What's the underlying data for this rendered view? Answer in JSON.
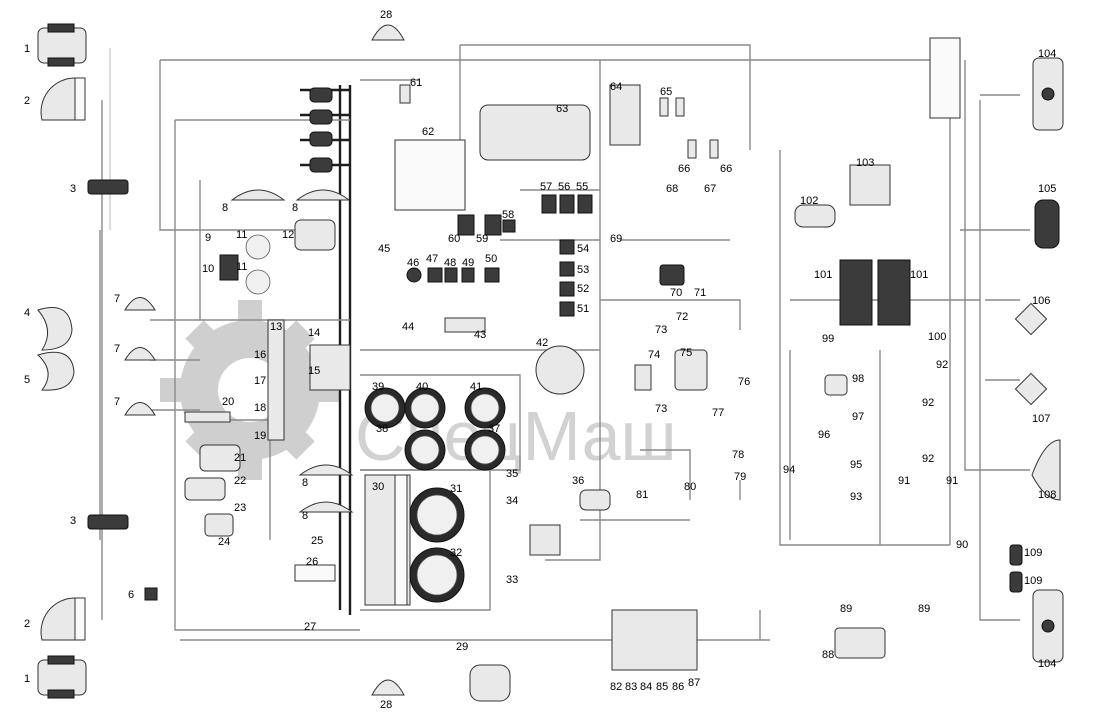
{
  "watermark": {
    "text": "СпецМаш",
    "color": "#9c9c9c"
  },
  "callouts": [
    {
      "id": "c1a",
      "text": "1"
    },
    {
      "id": "c2a",
      "text": "2"
    },
    {
      "id": "c3a",
      "text": "3"
    },
    {
      "id": "c4",
      "text": "4"
    },
    {
      "id": "c5",
      "text": "5"
    },
    {
      "id": "c6",
      "text": "6"
    },
    {
      "id": "c7a",
      "text": "7"
    },
    {
      "id": "c7b",
      "text": "7"
    },
    {
      "id": "c7c",
      "text": "7"
    },
    {
      "id": "c8a",
      "text": "8"
    },
    {
      "id": "c8b",
      "text": "8"
    },
    {
      "id": "c8c",
      "text": "8"
    },
    {
      "id": "c8d",
      "text": "8"
    },
    {
      "id": "c9",
      "text": "9"
    },
    {
      "id": "c10",
      "text": "10"
    },
    {
      "id": "c11a",
      "text": "11"
    },
    {
      "id": "c11b",
      "text": "11"
    },
    {
      "id": "c12",
      "text": "12"
    },
    {
      "id": "c13",
      "text": "13"
    },
    {
      "id": "c14",
      "text": "14"
    },
    {
      "id": "c15",
      "text": "15"
    },
    {
      "id": "c16",
      "text": "16"
    },
    {
      "id": "c17",
      "text": "17"
    },
    {
      "id": "c18",
      "text": "18"
    },
    {
      "id": "c19",
      "text": "19"
    },
    {
      "id": "c20",
      "text": "20"
    },
    {
      "id": "c21",
      "text": "21"
    },
    {
      "id": "c22",
      "text": "22"
    },
    {
      "id": "c23",
      "text": "23"
    },
    {
      "id": "c24",
      "text": "24"
    },
    {
      "id": "c25",
      "text": "25"
    },
    {
      "id": "c26",
      "text": "26"
    },
    {
      "id": "c27",
      "text": "27"
    },
    {
      "id": "c28a",
      "text": "28"
    },
    {
      "id": "c28b",
      "text": "28"
    },
    {
      "id": "c29",
      "text": "29"
    },
    {
      "id": "c30",
      "text": "30"
    },
    {
      "id": "c31",
      "text": "31"
    },
    {
      "id": "c32",
      "text": "32"
    },
    {
      "id": "c33",
      "text": "33"
    },
    {
      "id": "c34",
      "text": "34"
    },
    {
      "id": "c35",
      "text": "35"
    },
    {
      "id": "c36",
      "text": "36"
    },
    {
      "id": "c37",
      "text": "37"
    },
    {
      "id": "c38",
      "text": "38"
    },
    {
      "id": "c39",
      "text": "39"
    },
    {
      "id": "c40",
      "text": "40"
    },
    {
      "id": "c41",
      "text": "41"
    },
    {
      "id": "c42",
      "text": "42"
    },
    {
      "id": "c43",
      "text": "43"
    },
    {
      "id": "c44",
      "text": "44"
    },
    {
      "id": "c45",
      "text": "45"
    },
    {
      "id": "c46",
      "text": "46"
    },
    {
      "id": "c47",
      "text": "47"
    },
    {
      "id": "c48",
      "text": "48"
    },
    {
      "id": "c49",
      "text": "49"
    },
    {
      "id": "c50",
      "text": "50"
    },
    {
      "id": "c51",
      "text": "51"
    },
    {
      "id": "c52",
      "text": "52"
    },
    {
      "id": "c53",
      "text": "53"
    },
    {
      "id": "c54",
      "text": "54"
    },
    {
      "id": "c55",
      "text": "55"
    },
    {
      "id": "c56",
      "text": "56"
    },
    {
      "id": "c57",
      "text": "57"
    },
    {
      "id": "c58",
      "text": "58"
    },
    {
      "id": "c59",
      "text": "59"
    },
    {
      "id": "c60",
      "text": "60"
    },
    {
      "id": "c61",
      "text": "61"
    },
    {
      "id": "c62",
      "text": "62"
    },
    {
      "id": "c63",
      "text": "63"
    },
    {
      "id": "c64",
      "text": "64"
    },
    {
      "id": "c65",
      "text": "65"
    },
    {
      "id": "c66a",
      "text": "66"
    },
    {
      "id": "c66b",
      "text": "66"
    },
    {
      "id": "c67",
      "text": "67"
    },
    {
      "id": "c68",
      "text": "68"
    },
    {
      "id": "c69",
      "text": "69"
    },
    {
      "id": "c70",
      "text": "70"
    },
    {
      "id": "c71",
      "text": "71"
    },
    {
      "id": "c72",
      "text": "72"
    },
    {
      "id": "c73a",
      "text": "73"
    },
    {
      "id": "c73b",
      "text": "73"
    },
    {
      "id": "c74",
      "text": "74"
    },
    {
      "id": "c75",
      "text": "75"
    },
    {
      "id": "c76",
      "text": "76"
    },
    {
      "id": "c77",
      "text": "77"
    },
    {
      "id": "c78",
      "text": "78"
    },
    {
      "id": "c79",
      "text": "79"
    },
    {
      "id": "c80",
      "text": "80"
    },
    {
      "id": "c81",
      "text": "81"
    },
    {
      "id": "c82",
      "text": "82"
    },
    {
      "id": "c83",
      "text": "83"
    },
    {
      "id": "c84",
      "text": "84"
    },
    {
      "id": "c85",
      "text": "85"
    },
    {
      "id": "c86",
      "text": "86"
    },
    {
      "id": "c87",
      "text": "87"
    },
    {
      "id": "c88",
      "text": "88"
    },
    {
      "id": "c89a",
      "text": "89"
    },
    {
      "id": "c89b",
      "text": "89"
    },
    {
      "id": "c90",
      "text": "90"
    },
    {
      "id": "c91a",
      "text": "91"
    },
    {
      "id": "c91b",
      "text": "91"
    },
    {
      "id": "c92a",
      "text": "92"
    },
    {
      "id": "c92b",
      "text": "92"
    },
    {
      "id": "c92c",
      "text": "92"
    },
    {
      "id": "c93",
      "text": "93"
    },
    {
      "id": "c94",
      "text": "94"
    },
    {
      "id": "c95",
      "text": "95"
    },
    {
      "id": "c96",
      "text": "96"
    },
    {
      "id": "c97",
      "text": "97"
    },
    {
      "id": "c98",
      "text": "98"
    },
    {
      "id": "c99",
      "text": "99"
    },
    {
      "id": "c100",
      "text": "100"
    },
    {
      "id": "c101a",
      "text": "101"
    },
    {
      "id": "c101b",
      "text": "101"
    },
    {
      "id": "c102",
      "text": "102"
    },
    {
      "id": "c103",
      "text": "103"
    },
    {
      "id": "c104a",
      "text": "104"
    },
    {
      "id": "c104b",
      "text": "104"
    },
    {
      "id": "c105",
      "text": "105"
    },
    {
      "id": "c106",
      "text": "106"
    },
    {
      "id": "c107",
      "text": "107"
    },
    {
      "id": "c108",
      "text": "108"
    },
    {
      "id": "c109a",
      "text": "109"
    },
    {
      "id": "c109b",
      "text": "109"
    },
    {
      "id": "c3b",
      "text": "3"
    },
    {
      "id": "c1b",
      "text": "1"
    },
    {
      "id": "c2b",
      "text": "2"
    }
  ]
}
